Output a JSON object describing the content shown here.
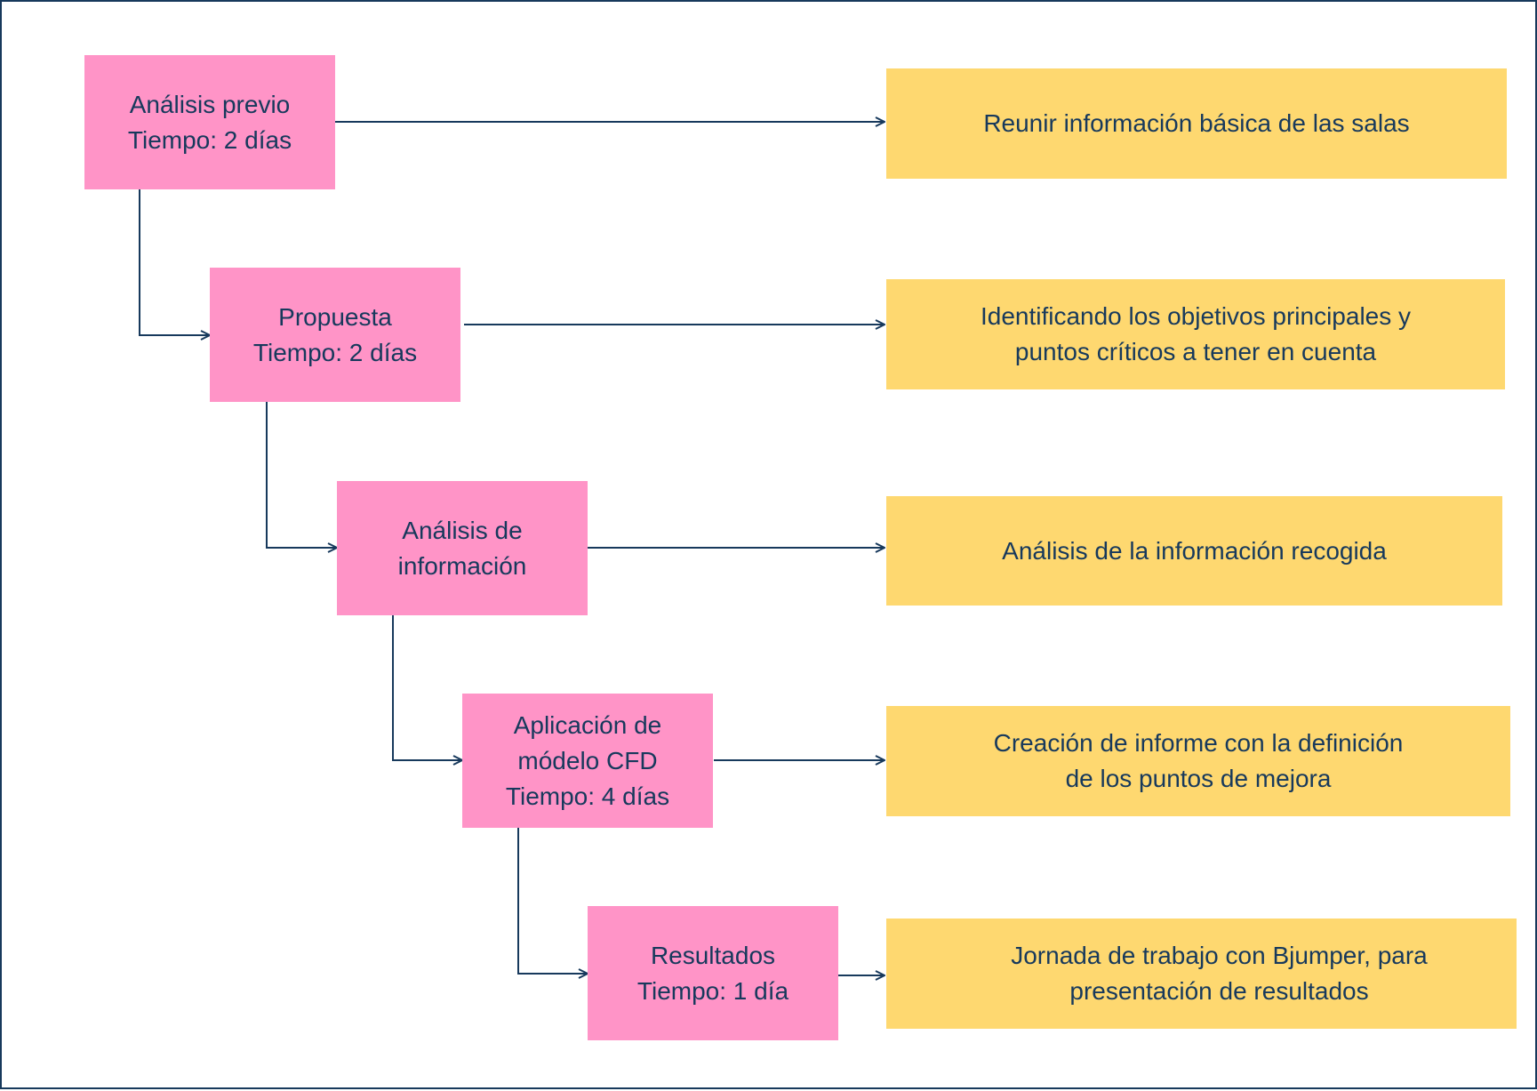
{
  "diagram": {
    "steps": [
      {
        "label": "Análisis previo\nTiempo: 2 días",
        "detail": "Reunir información básica de las salas"
      },
      {
        "label": "Propuesta\nTiempo: 2 días",
        "detail": "Identificando los objetivos principales y\npuntos críticos a tener en cuenta"
      },
      {
        "label": "Análisis de\ninformación",
        "detail": "Análisis de la información recogida"
      },
      {
        "label": "Aplicación de\nmódelo CFD\nTiempo: 4 días",
        "detail": "Creación de informe con la definición\nde los puntos de mejora"
      },
      {
        "label": "Resultados\nTiempo: 1 día",
        "detail": "Jornada de trabajo con Bjumper, para\npresentación de resultados"
      }
    ]
  },
  "colors": {
    "step_fill": "#ff94c7",
    "detail_fill": "#fed870",
    "text_and_lines": "#17395c",
    "border": "#17395c"
  }
}
